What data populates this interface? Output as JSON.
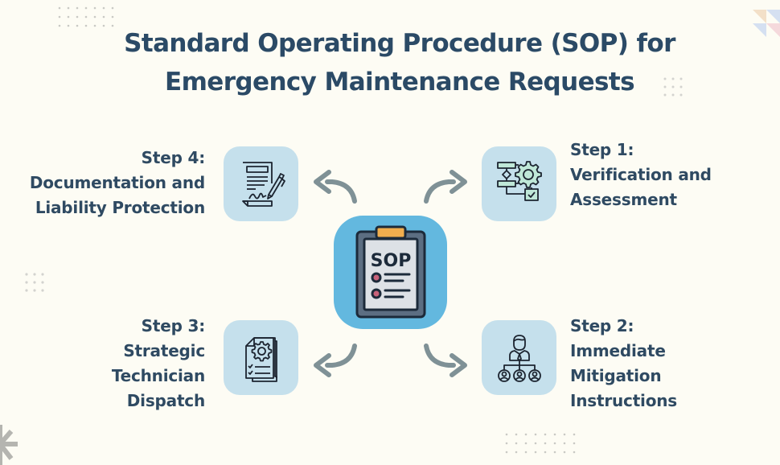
{
  "title": {
    "line1": "Standard Operating Procedure (SOP) for",
    "line2": "Emergency Maintenance Requests"
  },
  "center": {
    "icon": "sop-clipboard-icon",
    "label": "SOP"
  },
  "steps": [
    {
      "id": "step-1",
      "number_label": "Step 1:",
      "lines": [
        "Verification and",
        "Assessment"
      ],
      "icon": "flowchart-gear-icon",
      "position": "top-right"
    },
    {
      "id": "step-2",
      "number_label": "Step 2:",
      "lines": [
        "Immediate",
        "Mitigation",
        "Instructions"
      ],
      "icon": "org-hierarchy-icon",
      "position": "bottom-right"
    },
    {
      "id": "step-3",
      "number_label": "Step 3:",
      "lines": [
        "Strategic",
        "Technician",
        "Dispatch"
      ],
      "icon": "document-gear-checklist-icon",
      "position": "bottom-left"
    },
    {
      "id": "step-4",
      "number_label": "Step 4:",
      "lines": [
        "Documentation and",
        "Liability Protection"
      ],
      "icon": "signed-contract-icon",
      "position": "top-left"
    }
  ],
  "colors": {
    "background": "#fdfcf4",
    "title_text": "#2b4a66",
    "step_text": "#2f4a62",
    "icon_box": "#c5e0ec",
    "center_box": "#63b8df",
    "arrow": "#7f9196",
    "clipboard_clip": "#f0ad4e",
    "clipboard_body": "#5c6e82",
    "clipboard_paper": "#dde1e6",
    "bullet": "#c8627a",
    "icon_fill_accent": "#bfe8d8"
  }
}
